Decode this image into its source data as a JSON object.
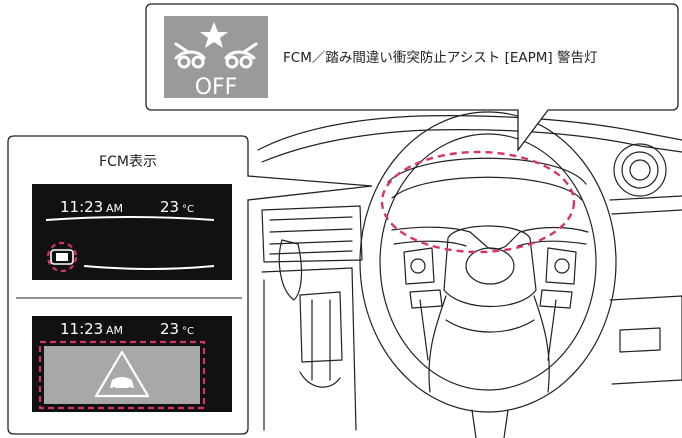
{
  "callout": {
    "icon_off_text": "OFF",
    "warning_label": "FCM／踏み間違い衝突防止アシスト [EAPM] 警告灯"
  },
  "fcm_panel": {
    "title": "FCM表示",
    "display_top": {
      "time": "11:23",
      "ampm": "AM",
      "temp": "23",
      "unit": "°C"
    },
    "display_bottom": {
      "time": "11:23",
      "ampm": "AM",
      "temp": "23",
      "unit": "°C"
    }
  },
  "colors": {
    "highlight_dash": "#d6336c",
    "icon_bg": "#9a9a9a",
    "display_bg": "#111111",
    "warning_panel": "#a8a8a8",
    "line_art": "#222222"
  }
}
